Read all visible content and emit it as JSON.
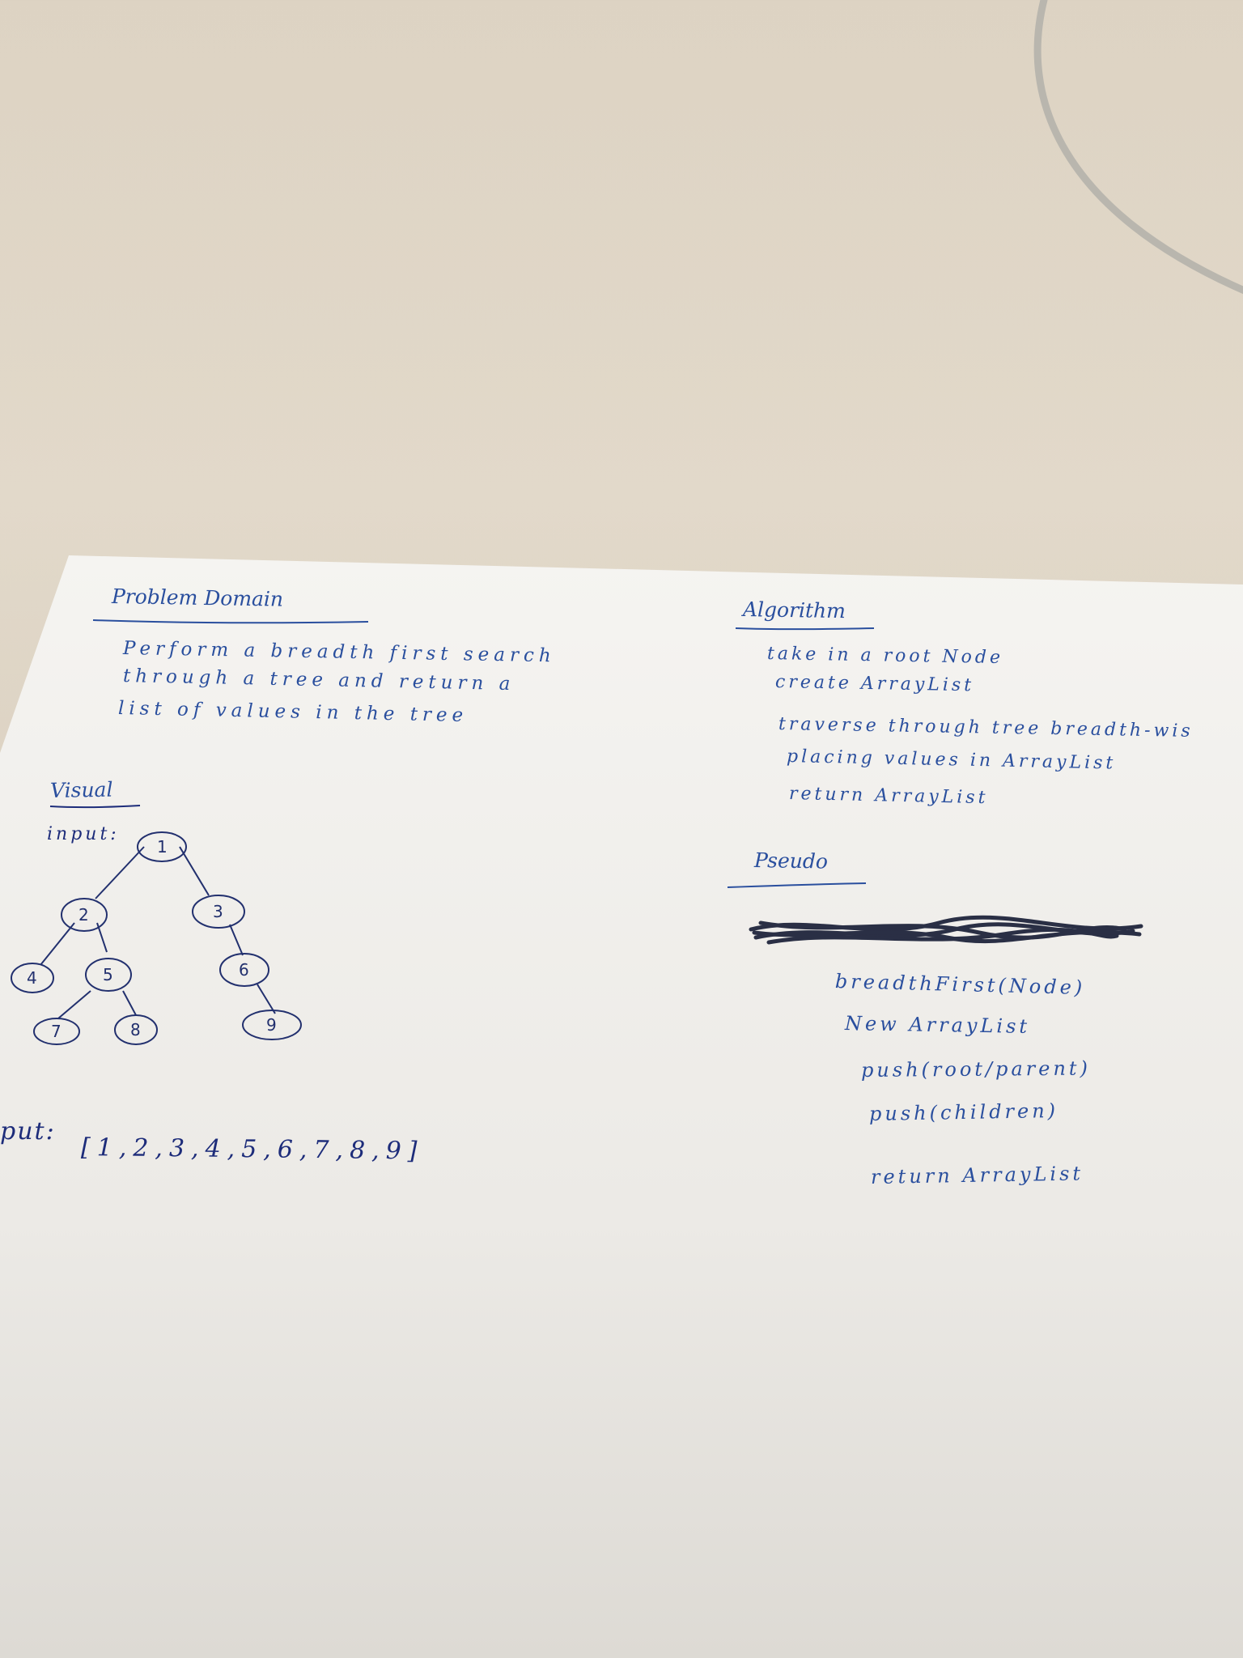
{
  "problem_domain": {
    "heading": "Problem Domain",
    "lines": [
      "Perform a breadth first search",
      "through a tree and return a",
      "list of values in the tree"
    ]
  },
  "algorithm": {
    "heading": "Algorithm",
    "lines": [
      "take in a root Node",
      "create ArrayList",
      "traverse through tree breadth-wis",
      "placing values in ArrayList",
      "return ArrayList"
    ]
  },
  "visual": {
    "heading": "Visual",
    "input_label": "input:",
    "tree_nodes": [
      "1",
      "2",
      "3",
      "4",
      "5",
      "6",
      "7",
      "8",
      "9"
    ],
    "output_label": "put:",
    "output_value": "[1,2,3,4,5,6,7,8,9]"
  },
  "pseudo": {
    "heading": "Pseudo",
    "lines": [
      "breadthFirst(Node)",
      "New ArrayList",
      "push(root/parent)",
      "push(children)",
      "return ArrayList"
    ]
  },
  "colors": {
    "ink_blue": "#2a4f9e",
    "ink_dark": "#1d2c7a",
    "paper": "#f2f1ee",
    "desk": "#ddd3c3"
  }
}
